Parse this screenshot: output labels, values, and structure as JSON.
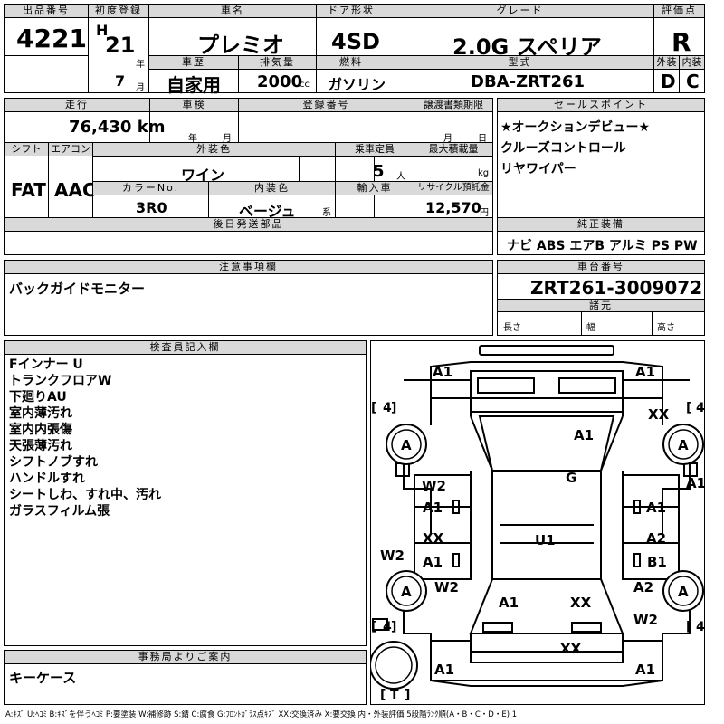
{
  "top": {
    "headers": {
      "lot": "出品番号",
      "first_reg": "初度登録",
      "car_name": "車名",
      "door": "ドア形状",
      "grade": "グレード",
      "score": "評価点",
      "history": "車歴",
      "displacement": "排気量",
      "fuel": "燃料",
      "model": "型式",
      "ext": "外装",
      "int": "内装"
    },
    "lot_no": "4221",
    "era": "H",
    "year": "21",
    "year_unit": "年",
    "month": "7",
    "month_unit": "月",
    "car_name": "プレミオ",
    "door": "4SD",
    "grade": "2.0G スペリア",
    "score": "R",
    "history": "自家用",
    "displacement": "2000",
    "displacement_unit": "cc",
    "fuel": "ガソリン",
    "model": "DBA-ZRT261",
    "ext_grade": "D",
    "int_grade": "C"
  },
  "mid": {
    "headers": {
      "mileage": "走行",
      "inspection": "車検",
      "reg_no": "登録番号",
      "transfer": "譲渡書類期限",
      "shift": "シフト",
      "ac": "エアコン",
      "ext_color": "外装色",
      "capacity": "乗車定員",
      "max_load": "最大積載量",
      "color_no": "カラーNo.",
      "int_color": "内装色",
      "import": "輸入車",
      "recycle": "リサイクル預託金",
      "later_parts": "後日発送部品",
      "sales_point": "セールスポイント",
      "genuine": "純正装備"
    },
    "mileage": "76,430 km",
    "insp_year_unit": "年",
    "insp_month_unit": "月",
    "transfer_month_unit": "月",
    "transfer_day_unit": "日",
    "shift": "FAT",
    "ac": "AAC",
    "ext_color": "ワイン",
    "capacity": "5",
    "capacity_unit": "人",
    "max_load_unit": "kg",
    "color_no": "3R0",
    "int_color": "ベージュ",
    "int_color_suffix": "系",
    "recycle": "12,570",
    "recycle_unit": "円",
    "sales_points": [
      "★オークションデビュー★",
      "クルーズコントロール",
      "リヤワイパー"
    ],
    "genuine": "ナビ ABS エアB アルミ PS PW"
  },
  "notes": {
    "header": "注意事項欄",
    "text": "バックガイドモニター",
    "chassis_header": "車台番号",
    "chassis_no": "ZRT261-3009072",
    "dims_header": "諸元",
    "length": "長さ",
    "width": "幅",
    "height": "高さ"
  },
  "inspector": {
    "header": "検査員記入欄",
    "lines": [
      "Fインナー U",
      "トランクフロアW",
      "下廻りAU",
      "室内薄汚れ",
      "室内内張傷",
      "天張薄汚れ",
      "シフトノブすれ",
      "ハンドルすれ",
      "シートしわ、すれ中、汚れ",
      "ガラスフィルム張"
    ]
  },
  "office": {
    "header": "事務局よりご案内",
    "text": "キーケース"
  },
  "legend": "A:ｷｽﾞ U:ﾍｺﾐ B:ｷｽﾞを伴うﾍｺﾐ P:要塗装 W:補修跡 S:錆 C:腐食 G:ﾌﾛﾝﾄｶﾞﾗｽ点ｷｽﾞ XX:交換済み X:要交換 内・外装評価 5段階ﾗﾝｸ順(A・B・C・D・E) 1",
  "diagram": {
    "tire_fl": "4",
    "tire_fr": "4",
    "tire_rl": "4",
    "tire_rr": "4",
    "spare": "T",
    "marks": [
      "A1",
      "A1",
      "XX",
      "A",
      "A",
      "A1",
      "G",
      "A1",
      "W2",
      "A1",
      "A1",
      "XX",
      "U1",
      "A2",
      "W2",
      "A1",
      "B1",
      "A",
      "A",
      "W2",
      "A2",
      "A1",
      "XX",
      "W2",
      "XX",
      "A1",
      "A1"
    ]
  }
}
